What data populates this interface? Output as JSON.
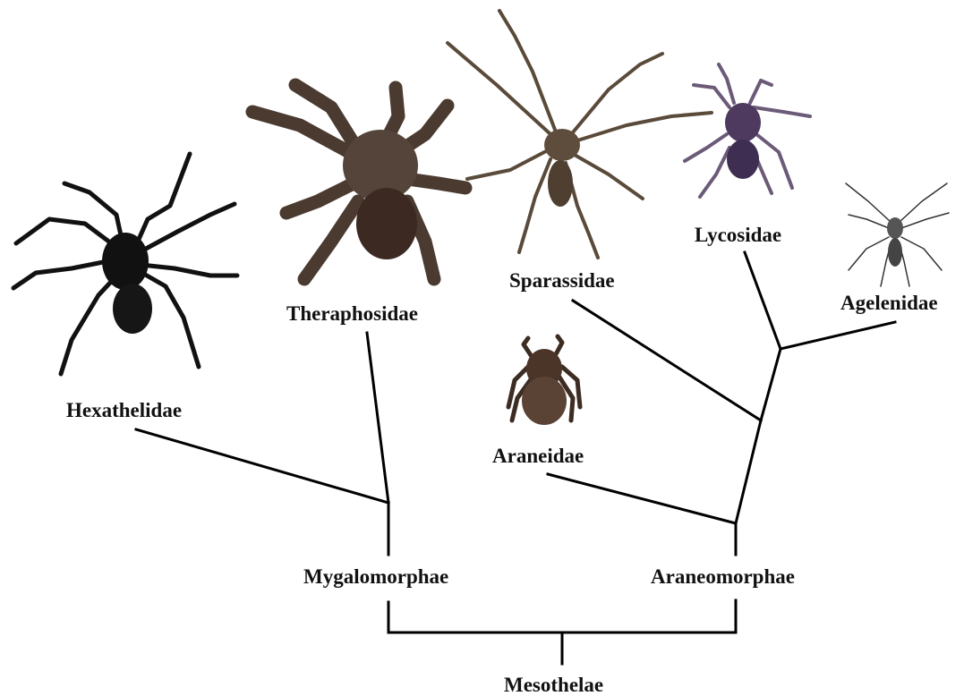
{
  "taxa": {
    "hexathelidae": "Hexathelidae",
    "theraphosidae": "Theraphosidae",
    "sparassidae": "Sparassidae",
    "lycosidae": "Lycosidae",
    "agelenidae": "Agelenidae",
    "araneidae": "Araneidae",
    "mygalomorphae": "Mygalomorphae",
    "araneomorphae": "Araneomorphae",
    "mesothelae": "Mesothelae"
  },
  "colors": {
    "branch": "#000000",
    "hexathelidae_spider": "#0d0d0d",
    "theraphosidae_spider": "#4a3a30",
    "sparassidae_spider": "#5a4a3a",
    "lycosidae_spider": "#4e3a5e",
    "araneidae_spider": "#4a3528",
    "agelenidae_spider": "#333333"
  }
}
